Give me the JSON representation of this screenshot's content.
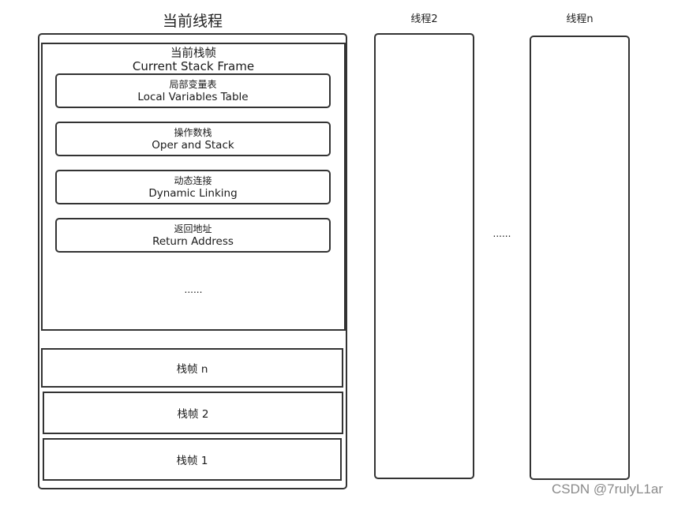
{
  "current_thread": {
    "title": "当前线程",
    "current_frame": {
      "title_cn": "当前栈帧",
      "title_en": "Current Stack Frame",
      "items": [
        {
          "cn": "局部变量表",
          "en": "Local Variables Table"
        },
        {
          "cn": "操作数栈",
          "en": "Oper and Stack"
        },
        {
          "cn": "动态连接",
          "en": "Dynamic Linking"
        },
        {
          "cn": "返回地址",
          "en": "Return Address"
        }
      ],
      "ellipsis": "......"
    },
    "frames": [
      "栈帧 n",
      "栈帧 2",
      "栈帧 1"
    ]
  },
  "thread_2": {
    "title": "线程2"
  },
  "thread_n": {
    "title": "线程n"
  },
  "between_ellipsis": "......",
  "watermark": "CSDN @7rulyL1ar"
}
